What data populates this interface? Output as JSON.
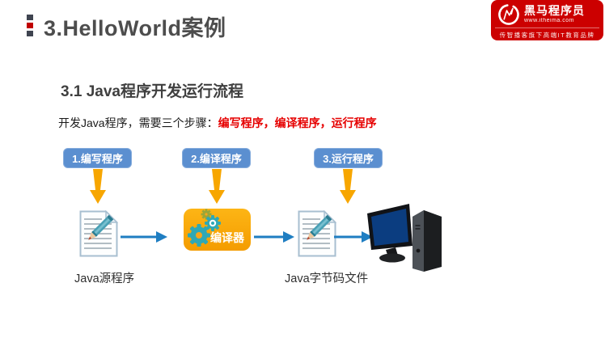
{
  "header": {
    "title": "3.HelloWorld案例"
  },
  "logo": {
    "brand": "黑马程序员",
    "website": "www.itheima.com",
    "tagline": "传智播客旗下高端IT教育品牌"
  },
  "section": {
    "title": "3.1 Java程序开发运行流程",
    "intro_prefix": "开发Java程序，需要三个步骤：",
    "intro_highlight": "编写程序，编译程序，运行程序"
  },
  "steps": [
    {
      "label": "1.编写程序"
    },
    {
      "label": "2.编译程序"
    },
    {
      "label": "3.运行程序"
    }
  ],
  "flow": {
    "source_label": "Java源程序",
    "compiler_label": "编译器",
    "bytecode_label": "Java字节码文件"
  },
  "icons": {
    "brand": "horse-logo-icon",
    "source_file": "document-with-pencil-icon",
    "compiler": "gears-icon",
    "bytecode_file": "document-with-pencil-icon",
    "runtime": "desktop-computer-icon",
    "step_arrow": "orange-down-arrow-icon",
    "flow_arrow": "blue-right-arrow-icon"
  },
  "colors": {
    "step_button_blue": "#5b8fd0",
    "arrow_orange": "#f7a600",
    "compiler_amber": "#f9a51a",
    "gear_teal": "#2fa8b5",
    "flow_arrow_blue": "#1f7ec2",
    "highlight_red": "#e60000",
    "logo_red": "#cc0000",
    "title_gray": "#4d4d4d"
  }
}
